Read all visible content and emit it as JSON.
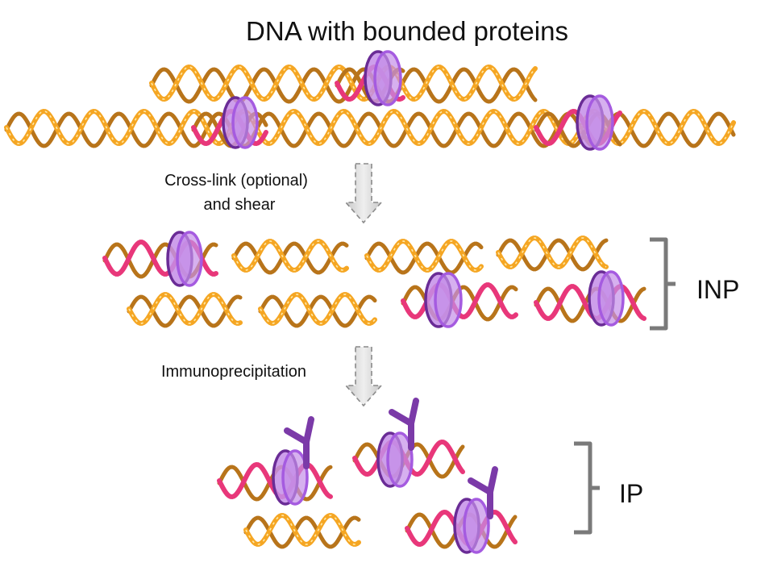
{
  "title": "DNA with bounded proteins",
  "steps": {
    "shear": [
      "Cross-link (optional)",
      "and shear"
    ],
    "immuno": "Immunoprecipitation"
  },
  "groups": {
    "input": "INP",
    "ip": "IP"
  },
  "colors": {
    "strand_orange": "#F5A623",
    "strand_brown": "#B8741A",
    "strand_pink": "#E8377A",
    "strand_ticks": "#FFE9A8",
    "protein_fill": "#C48EE8",
    "protein_stroke_dark": "#6A2C96",
    "protein_stroke_light": "#A55BE0",
    "antibody": "#7B3AA8",
    "arrow_fill": "#DCDCDC",
    "arrow_stroke": "#8A8A8A",
    "bracket": "#7A7A7A"
  }
}
